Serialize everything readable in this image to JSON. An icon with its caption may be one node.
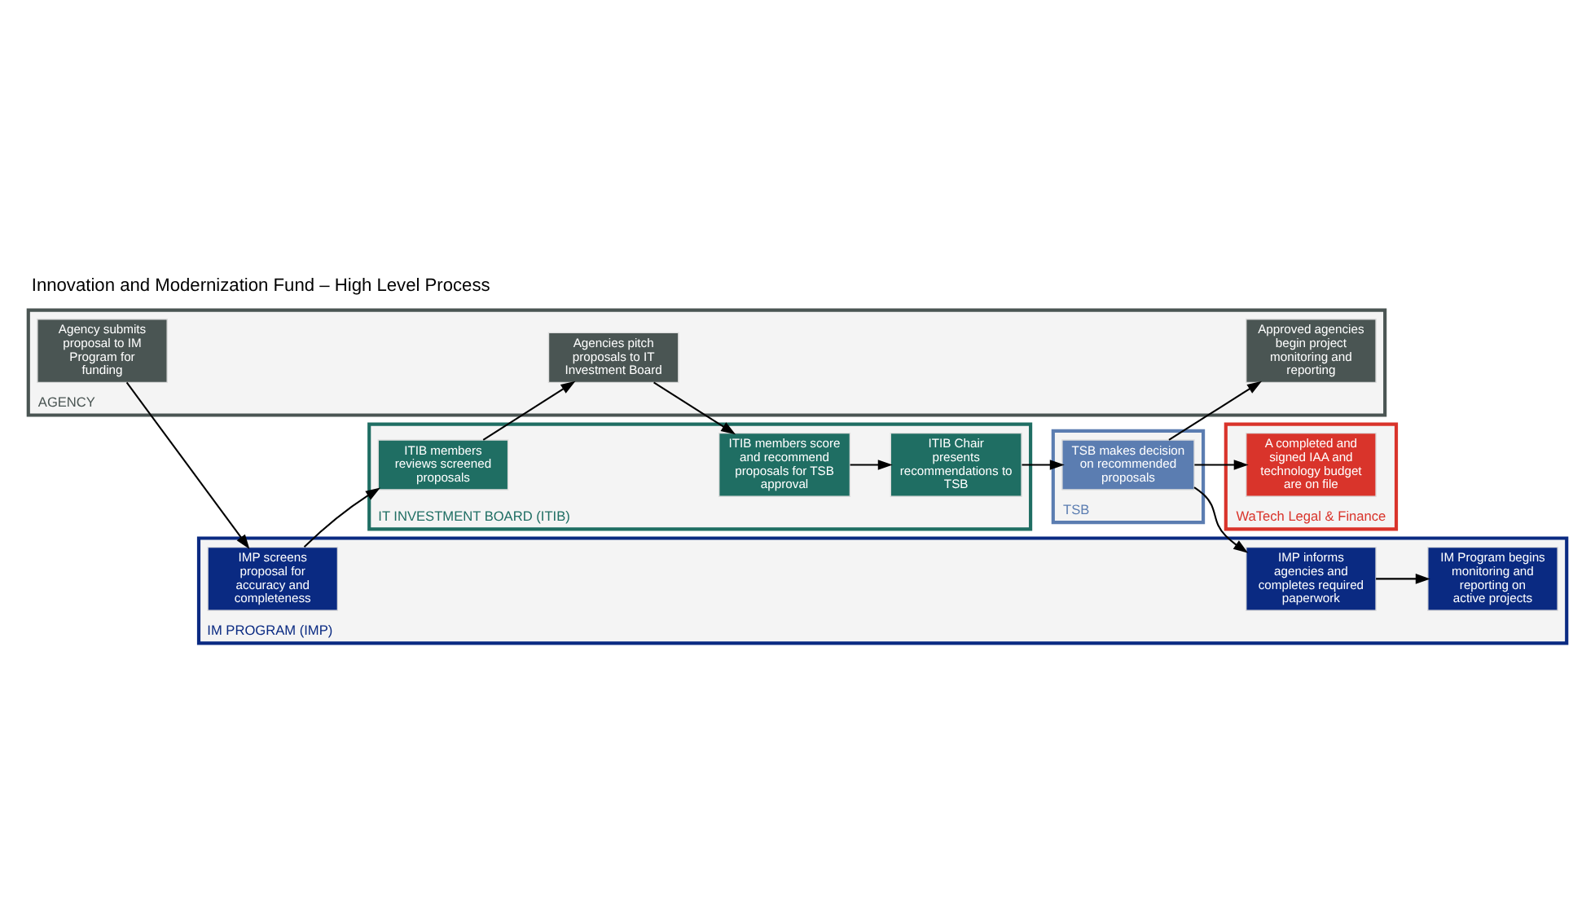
{
  "diagram": {
    "title": "Innovation and Modernization Fund – High Level Process",
    "nodes": [
      {
        "text": [
          "AGENCY"
        ]
      },
      {
        "text": [
          "Agency submits proposal to IM Program for funding"
        ],
        "in": 0
      },
      {
        "text": [
          "Agencies pitch proposals to IT Investment Board"
        ],
        "in": 0
      },
      {
        "text": [
          "Approved agencies begin project monitoring and reporting"
        ],
        "in": 0
      },
      {
        "text": [
          "IM PROGRAM (IMP)"
        ]
      },
      {
        "text": [
          "IMP screens proposal for accuracy and completeness"
        ],
        "in": 4
      },
      {
        "text": [
          "IMP informs agencies and completes required paperwork"
        ],
        "in": 4
      },
      {
        "text": [
          "IM Program begins monitoring and reporting on active projects"
        ],
        "in": 4
      },
      {
        "text": [
          "IT INVESTMENT BOARD (ITIB)"
        ]
      },
      {
        "text": [
          "ITIB members reviews screened proposals"
        ],
        "in": 8
      },
      {
        "text": [
          "ITIB members score and recommend proposals for TSB approval"
        ],
        "in": 8
      },
      {
        "text": [
          "ITIB Chair presents recommendations to TSB"
        ],
        "in": 8
      },
      {
        "text": [
          "TSB"
        ]
      },
      {
        "text": [
          "TSB makes decision on recommended proposals"
        ],
        "in": 12
      },
      {
        "text": [
          "WaTech Legal & Finance"
        ]
      },
      {
        "text": [
          "A completed and signed IAA and technology budget are on file"
        ],
        "in": 14
      }
    ],
    "edges": [
      {
        "from": 1,
        "to": 5,
        "arrow": "to"
      },
      {
        "from": 5,
        "to": 9,
        "arrow": "to"
      },
      {
        "from": 9,
        "to": 2,
        "arrow": "to"
      },
      {
        "from": 2,
        "to": 10,
        "arrow": "to"
      },
      {
        "from": 10,
        "to": 11,
        "arrow": "to"
      },
      {
        "from": 11,
        "to": 13,
        "arrow": "to"
      },
      {
        "from": 13,
        "to": 6,
        "arrow": "to"
      },
      {
        "from": 13,
        "to": 3,
        "arrow": "to"
      },
      {
        "from": 13,
        "to": 15,
        "arrow": "to"
      },
      {
        "from": 6,
        "to": 7,
        "arrow": "to"
      }
    ]
  }
}
